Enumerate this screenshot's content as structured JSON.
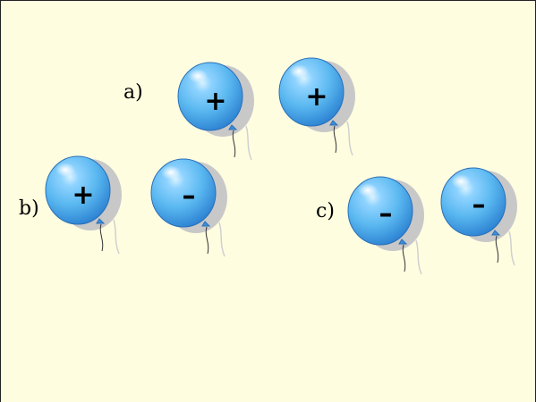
{
  "groups": [
    {
      "id": "a",
      "label": "a)",
      "balloons": [
        {
          "charge": "+"
        },
        {
          "charge": "+"
        }
      ]
    },
    {
      "id": "b",
      "label": "b)",
      "balloons": [
        {
          "charge": "+"
        },
        {
          "charge": "–"
        }
      ]
    },
    {
      "id": "c",
      "label": "c)",
      "balloons": [
        {
          "charge": "–"
        },
        {
          "charge": "–"
        }
      ]
    }
  ],
  "colors": {
    "background": "#fffde0",
    "balloon_light": "#c8ecff",
    "balloon_main": "#5ab8f0",
    "balloon_dark": "#2a7fd0",
    "shadow": "#c8c8c8",
    "string": "#333333"
  }
}
